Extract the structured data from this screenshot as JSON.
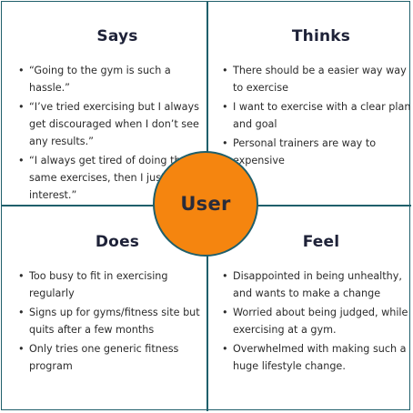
{
  "center": {
    "label": "User",
    "color": "#f5850f"
  },
  "quadrants": {
    "says": {
      "title": "Says",
      "items": [
        "“Going to the gym is such a hassle.”",
        "“I’ve tried exercising but I always get discouraged when I don’t see any results.”",
        "“I always get tired of doing the same exercises, then I just lose interest.”"
      ]
    },
    "thinks": {
      "title": "Thinks",
      "items": [
        "There should be a easier way way to exercise",
        "I want to exercise with a clear plan and goal",
        "Personal trainers are way to expensive"
      ]
    },
    "does": {
      "title": "Does",
      "items": [
        "Too busy to fit in exercising regularly",
        "Signs up for gyms/fitness site but quits after a few months",
        "Only tries one generic fitness program"
      ]
    },
    "feel": {
      "title": "Feel",
      "items": [
        "Disappointed in being unhealthy, and wants to make a change",
        "Worried about being judged, while exercising at a gym.",
        "Overwhelmed with making such a huge lifestyle change."
      ]
    }
  },
  "colors": {
    "border": "#1f5f6b",
    "title": "#1e2238"
  }
}
